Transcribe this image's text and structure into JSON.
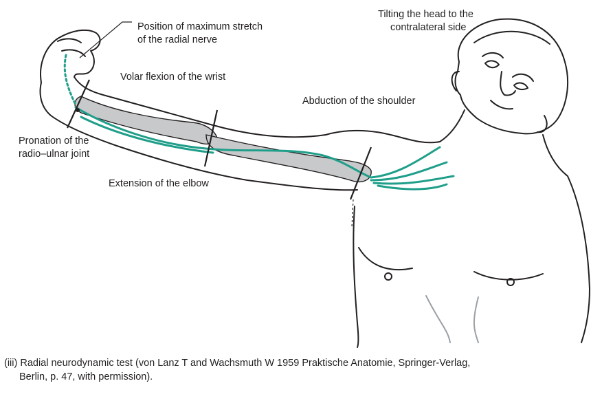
{
  "labels": {
    "head_tilt": [
      "Tilting the head to the",
      "contralateral side"
    ],
    "max_stretch": [
      "Position of maximum stretch",
      "of the radial nerve"
    ],
    "volar_flexion": "Volar flexion of the wrist",
    "shoulder_abduction": "Abduction of the shoulder",
    "pronation": [
      "Pronation of the",
      "radio–ulnar joint"
    ],
    "elbow_extension": "Extension of the elbow"
  },
  "caption": {
    "line1": "(iii) Radial neurodynamic test (von Lanz T and Wachsmuth W 1959 Praktische Anatomie, Springer-Verlag,",
    "line2": "Berlin, p. 47, with permission)."
  },
  "colors": {
    "nerve": "#1f9e8a",
    "bone_fill": "#c8c9cb",
    "outline": "#231f20",
    "text": "#231f20"
  }
}
